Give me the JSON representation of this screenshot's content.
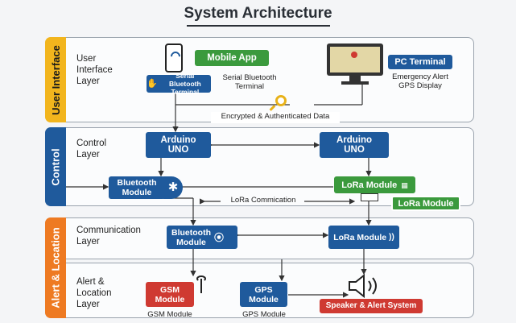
{
  "title": "System Architecture",
  "layers": {
    "ui": {
      "tab": "User Interface",
      "label": "User\nInterface\nLayer"
    },
    "control": {
      "tab": "Control",
      "label": "Control\nLayer"
    },
    "alert": {
      "tab": "Alert & Location"
    },
    "comm": {
      "label": "Communication\nLayer"
    },
    "alert_loc": {
      "label": "Alert &\nLocation\nLayer"
    }
  },
  "nodes": {
    "mobile_app": "Mobile App",
    "serial_terminal": "Serial Bluetooth Terminal",
    "serial_terminal_caption": "Serial Bluetooth\nTerminal",
    "pc_terminal": "PC Terminal",
    "pc_caption": "Emergency Alert\nGPS Display",
    "encrypted": "Encrypted & Authenticated Data",
    "arduino_left": "Arduino\nUNO",
    "arduino_right": "Arduino\nUNO",
    "bt_control": "Bluetooth\nModule",
    "lora_control": "LoRa Module",
    "lora_control_2": "LoRa Module",
    "lora_comm_label": "LoRa Commication",
    "bt_comm": "Bluetooth\nModule",
    "lora_comm": "LoRa Module",
    "gsm": "GSM\nModule",
    "gsm_caption": "GSM Module",
    "gps": "GPS\nModule",
    "gps_caption": "GPS Module",
    "speaker": "Speaker & Alert System"
  },
  "colors": {
    "ui_tab": "#f2b51d",
    "control_tab": "#1f5a9c",
    "alert_tab": "#ee7a22",
    "blue": "#1f5a9c",
    "green": "#3b9a3d",
    "red": "#cf3a32"
  }
}
